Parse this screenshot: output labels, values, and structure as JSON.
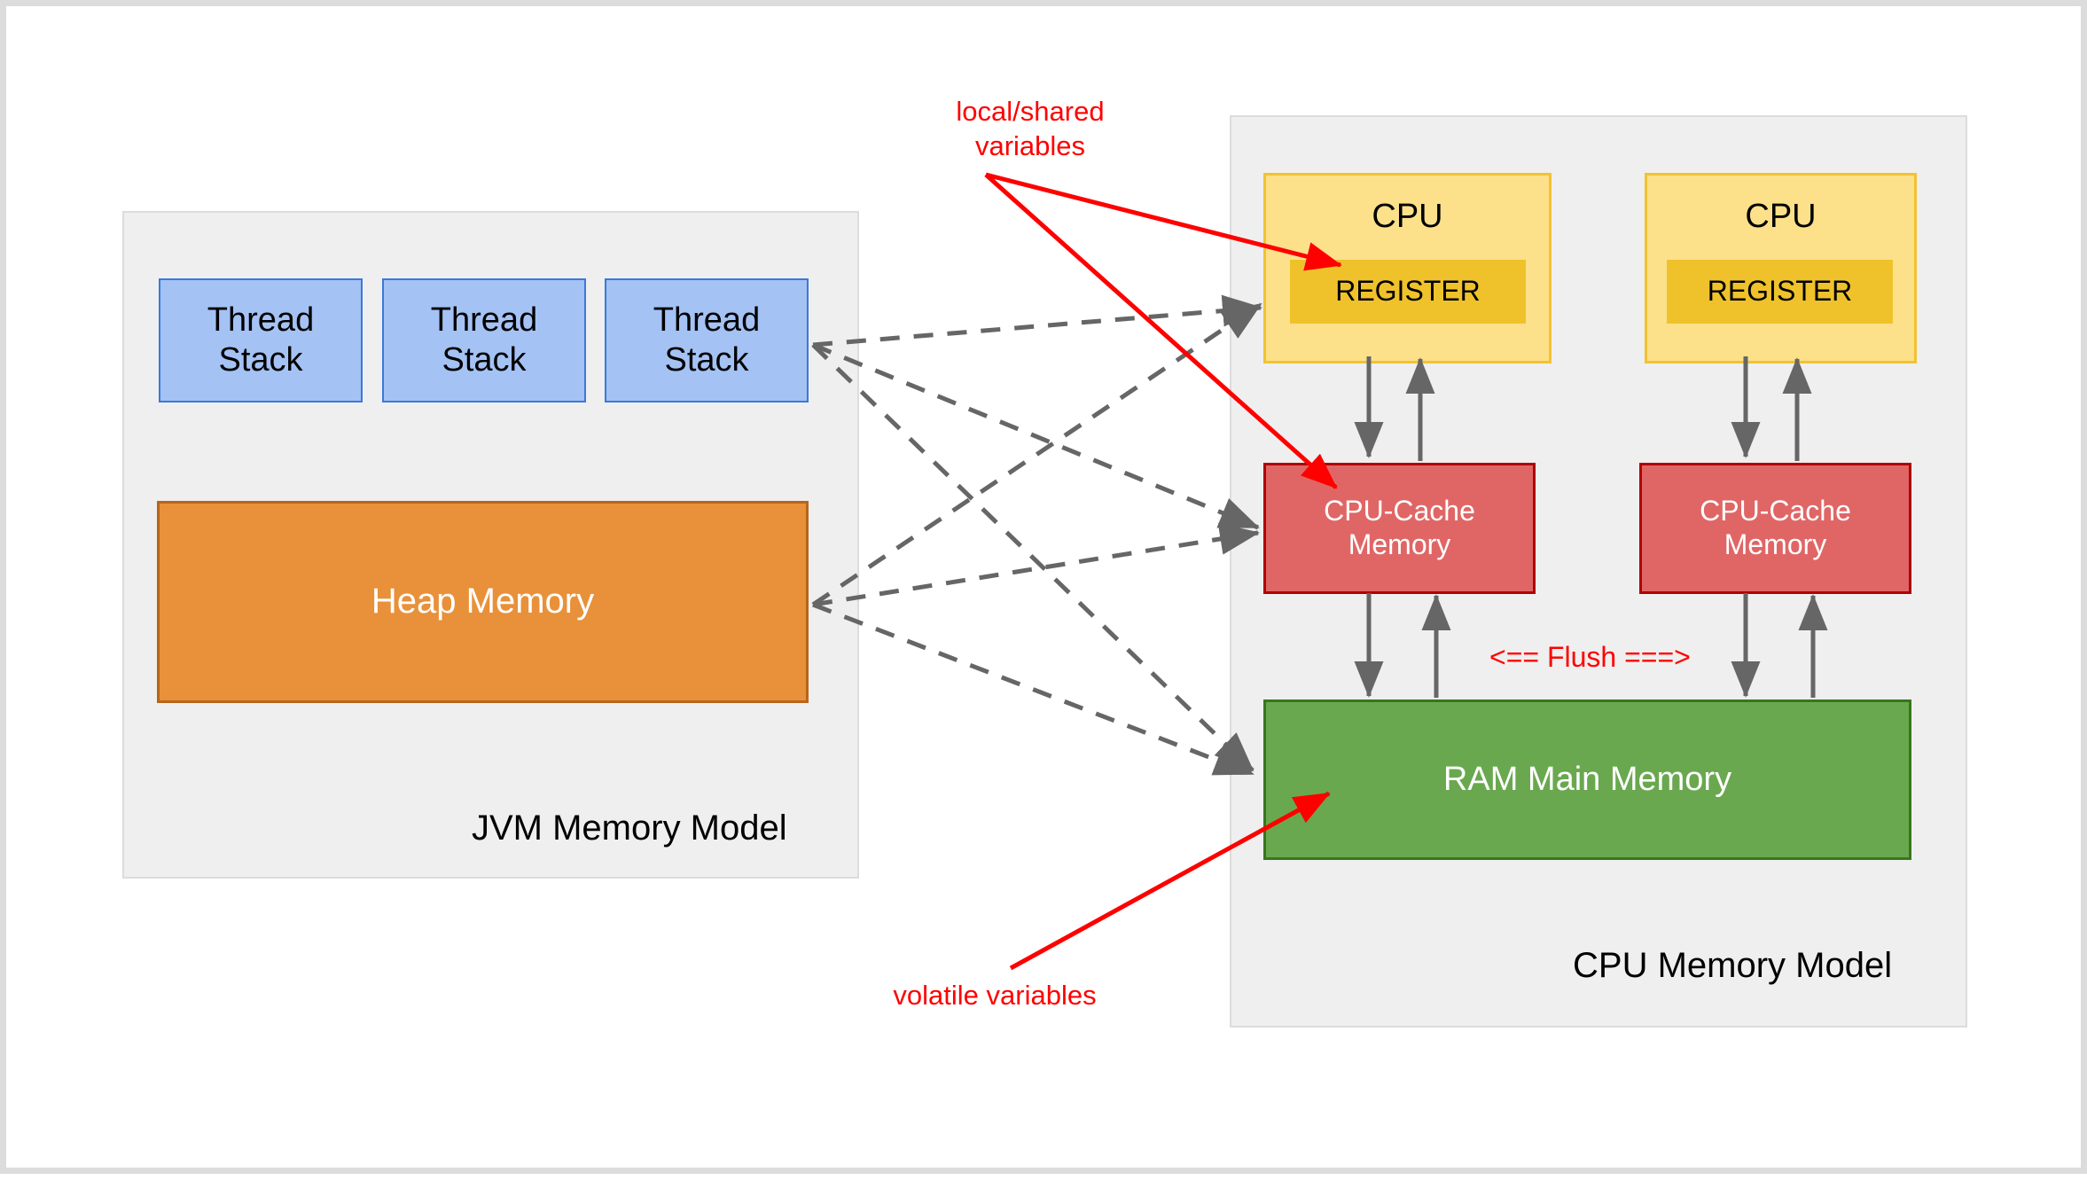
{
  "diagram": {
    "title": "JVM Memory Model and CPU Memory Model",
    "colors": {
      "panel_bg": "#efefef",
      "panel_border": "#dcdcdc",
      "thread_stack_fill": "#A4C2F4",
      "thread_stack_border": "#3C78D8",
      "heap_fill": "#E8913A",
      "heap_border": "#B8651A",
      "cpu_fill": "#FCE18A",
      "cpu_border": "#F1C232",
      "register_fill": "#EFC22C",
      "cache_fill": "#E06666",
      "cache_border": "#B00000",
      "ram_fill": "#6AA84F",
      "ram_border": "#38761D",
      "annotation_red": "#FF0000",
      "arrow_gray": "#666666"
    }
  },
  "jvm_panel": {
    "title": "JVM Memory Model",
    "thread_stacks": [
      {
        "label": "Thread\nStack"
      },
      {
        "label": "Thread\nStack"
      },
      {
        "label": "Thread\nStack"
      }
    ],
    "heap": {
      "label": "Heap Memory"
    }
  },
  "cpu_panel": {
    "title": "CPU Memory Model",
    "cpus": [
      {
        "label": "CPU",
        "register": "REGISTER",
        "cache": "CPU-Cache\nMemory"
      },
      {
        "label": "CPU",
        "register": "REGISTER",
        "cache": "CPU-Cache\nMemory"
      }
    ],
    "ram": {
      "label": "RAM Main Memory"
    },
    "flush_label": "<== Flush ===>"
  },
  "annotations": {
    "local_shared": "local/shared\nvariables",
    "volatile": "volatile variables"
  }
}
